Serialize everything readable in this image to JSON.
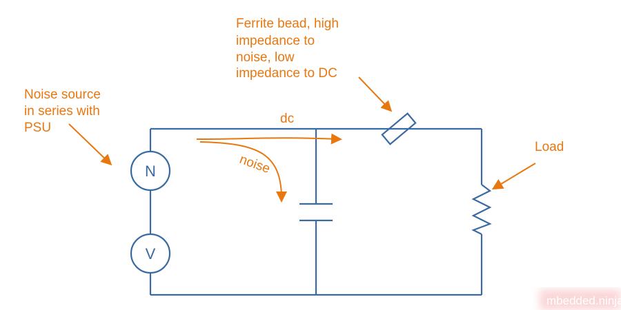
{
  "annotations": {
    "ferrite": [
      "Ferrite bead, high",
      "impedance to",
      "noise, low",
      "impedance to DC"
    ],
    "noise_source": [
      "Noise source",
      "in series with",
      "PSU"
    ],
    "load": "Load",
    "dc": "dc",
    "noise": "noise"
  },
  "components": {
    "noise_source_symbol": "N",
    "voltage_source_symbol": "V"
  },
  "watermark": "mbedded.ninja",
  "colors": {
    "wire": "#3a6aa3",
    "annotation": "#e8770f"
  }
}
